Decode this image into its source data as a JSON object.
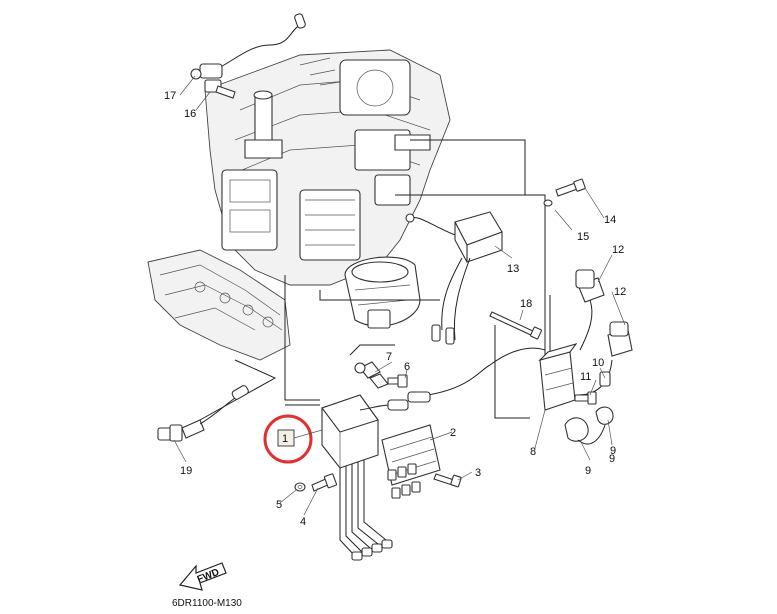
{
  "diagram": {
    "callouts": [
      "1",
      "2",
      "3",
      "4",
      "5",
      "6",
      "7",
      "8",
      "9",
      "9",
      "9",
      "10",
      "11",
      "12",
      "12",
      "13",
      "14",
      "15",
      "16",
      "17",
      "18",
      "19"
    ],
    "fwd_label": "FWD",
    "drawing_code": "6DR1100-M130",
    "highlight_color": "#e03030",
    "line_color": "#222222"
  }
}
